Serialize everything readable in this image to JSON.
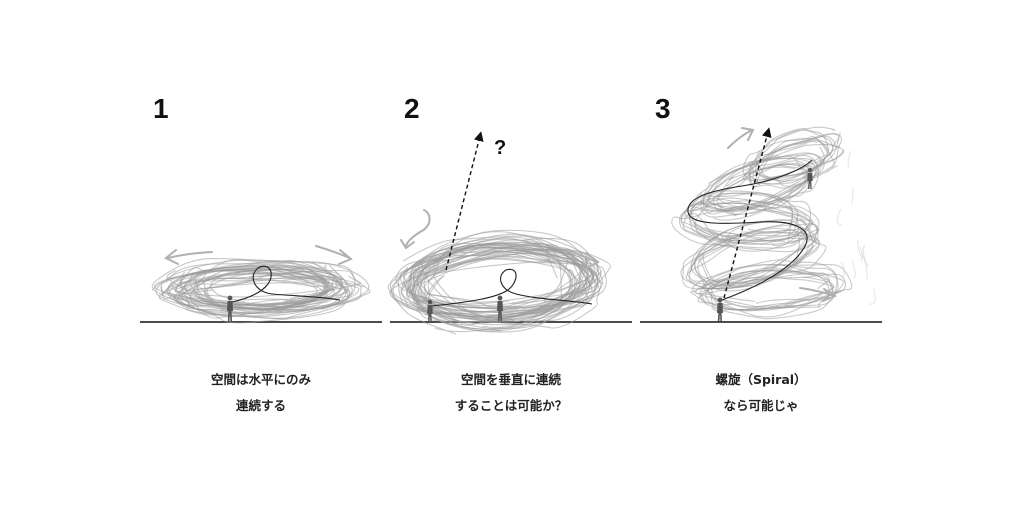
{
  "panels": [
    {
      "number": "1",
      "caption_lines": [
        "空間は水平にのみ",
        "連続する"
      ]
    },
    {
      "number": "2",
      "question_mark": "?",
      "caption_lines": [
        "空間を垂直に連続",
        "することは可能か？"
      ]
    },
    {
      "number": "3",
      "caption_lines": [
        "螺旋（Spiral）",
        "なら可能じゃ"
      ]
    }
  ],
  "colors": {
    "sketch": "#9a9a9a",
    "ink": "#111111",
    "ground": "#111111"
  }
}
